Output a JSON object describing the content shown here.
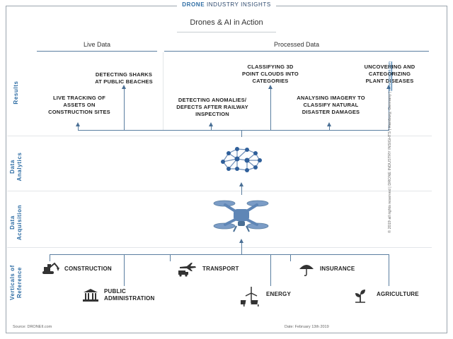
{
  "brand": {
    "strong": "DRONE",
    "rest": " INDUSTRY INSIGHTS"
  },
  "title": "Drones & AI in Action",
  "headers": {
    "live": "Live Data",
    "processed": "Processed Data"
  },
  "rows": {
    "results": "Results",
    "data_analytics": [
      "Data",
      "Analytics"
    ],
    "data_acquisition": [
      "Data",
      "Acquisition"
    ],
    "verticals": [
      "Verticals of",
      "Reference"
    ]
  },
  "results": {
    "live_tracking": [
      "Live tracking of",
      "assets on",
      "construction sites"
    ],
    "sharks": [
      "Detecting sharks",
      "at public beaches"
    ],
    "anomalies": [
      "Detecting anomalies/",
      "defects after railway",
      "inspection"
    ],
    "point_clouds": [
      "Classifying 3D",
      "point clouds into",
      "categories"
    ],
    "imagery": [
      "Analysing imagery to",
      "classify natural",
      "disaster damages"
    ],
    "plant": [
      "Uncovering and",
      "Categorizing",
      "plant diseases"
    ]
  },
  "verticals": {
    "construction": "Construction",
    "public_admin": [
      "Public",
      "administration"
    ],
    "transport": "Transport",
    "energy": "Energy",
    "insurance": "Insurance",
    "agriculture": "Agriculture"
  },
  "icons": {
    "construction": "excavator-icon",
    "public_admin": "government-building-icon",
    "transport": "airplane-truck-icon",
    "energy": "wind-solar-icon",
    "insurance": "umbrella-icon",
    "agriculture": "plant-sprout-icon",
    "analytics": "ai-brain-network-icon",
    "acquisition": "drone-icon"
  },
  "colors": {
    "accent": "#2e6da4",
    "line": "#5a7ea0",
    "icon": "#6f8fb8"
  },
  "footer": {
    "source": "Source: DRONEII.com",
    "date": "Date: February 13th 2019",
    "rights": "© 2019 all rights reserved  |  DRONE INDUSTRY INSIGHTS  |  Hamburg, Germany  |",
    "website": "www.droneii.com"
  }
}
